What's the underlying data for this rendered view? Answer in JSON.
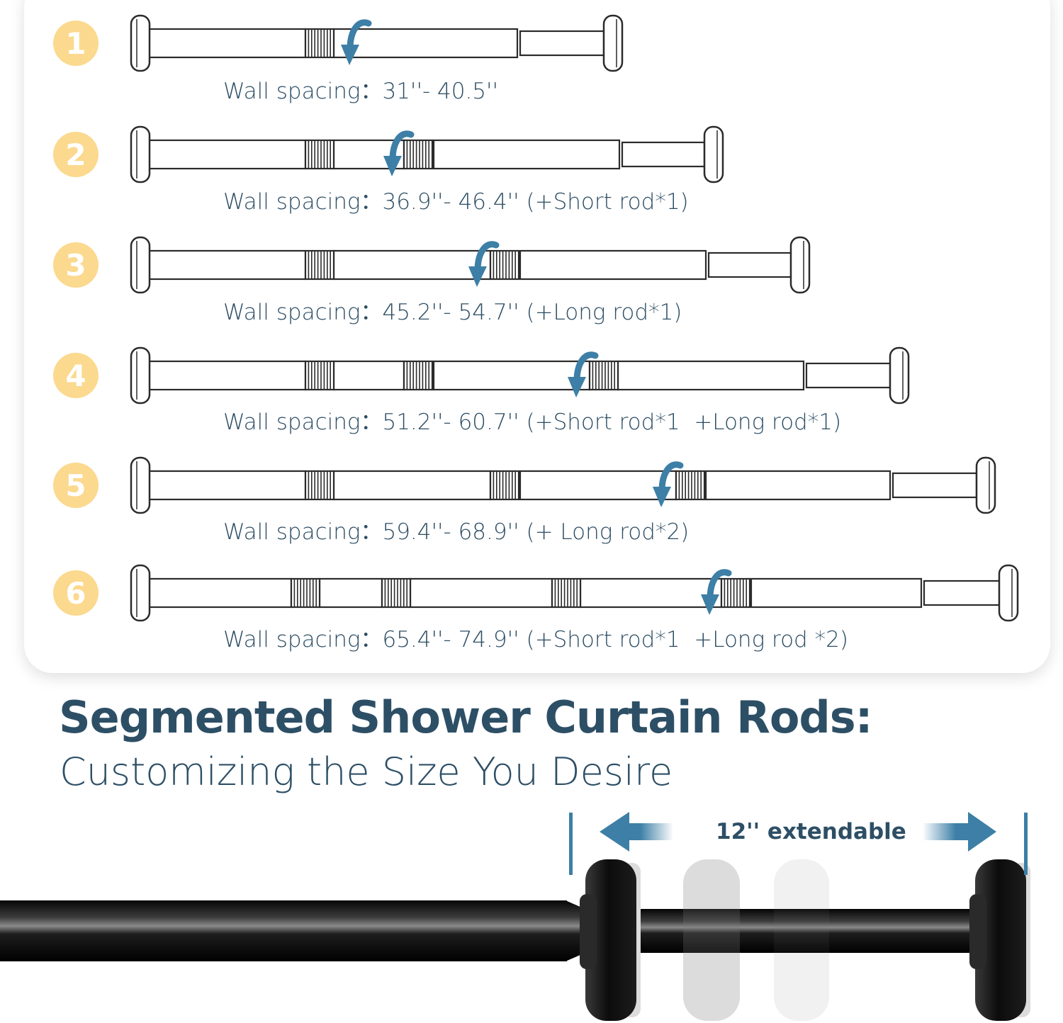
{
  "configurations": [
    {
      "step": "1",
      "spacing_label": "Wall spacing：31''- 40.5''"
    },
    {
      "step": "2",
      "spacing_label": "Wall spacing：36.9''- 46.4'' (+Short rod*1)"
    },
    {
      "step": "3",
      "spacing_label": "Wall spacing：45.2''- 54.7'' (+Long rod*1)"
    },
    {
      "step": "4",
      "spacing_label": "Wall spacing：51.2''- 60.7'' (+Short rod*1  +Long rod*1)"
    },
    {
      "step": "5",
      "spacing_label": "Wall spacing：59.4''- 68.9'' (+ Long rod*2)"
    },
    {
      "step": "6",
      "spacing_label": "Wall spacing：65.4''- 74.9'' (+Short rod*1  +Long rod *2)"
    }
  ],
  "headline": "Segmented Shower Curtain Rods:",
  "subheadline": "Customizing the Size You Desire",
  "extend_label": "12'' extendable",
  "colors": {
    "badge": "#fbd98e",
    "accent_blue": "#3d7fa6",
    "text_navy": "#2d4f66",
    "rod_black": "#151515"
  }
}
